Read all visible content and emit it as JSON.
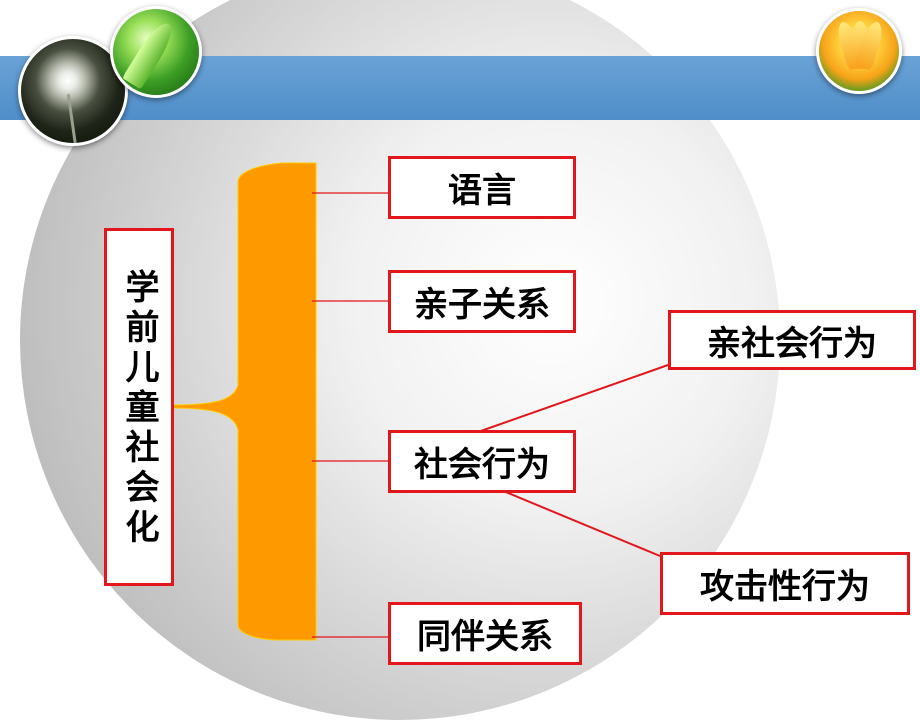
{
  "root": {
    "label": "学前儿童社会化"
  },
  "branches": [
    {
      "label": "语言"
    },
    {
      "label": "亲子关系"
    },
    {
      "label": "社会行为"
    },
    {
      "label": "同伴关系"
    }
  ],
  "sub_branches": [
    {
      "label": "亲社会行为"
    },
    {
      "label": "攻击性行为"
    }
  ],
  "colors": {
    "box_border": "#e2161b",
    "brace_fill": "#ff9900",
    "connector": "#e2161b",
    "top_band": "#5b9bd5"
  },
  "decor": {
    "photos": [
      "dandelion-photo",
      "green-leaf-photo",
      "tulip-photo"
    ]
  }
}
